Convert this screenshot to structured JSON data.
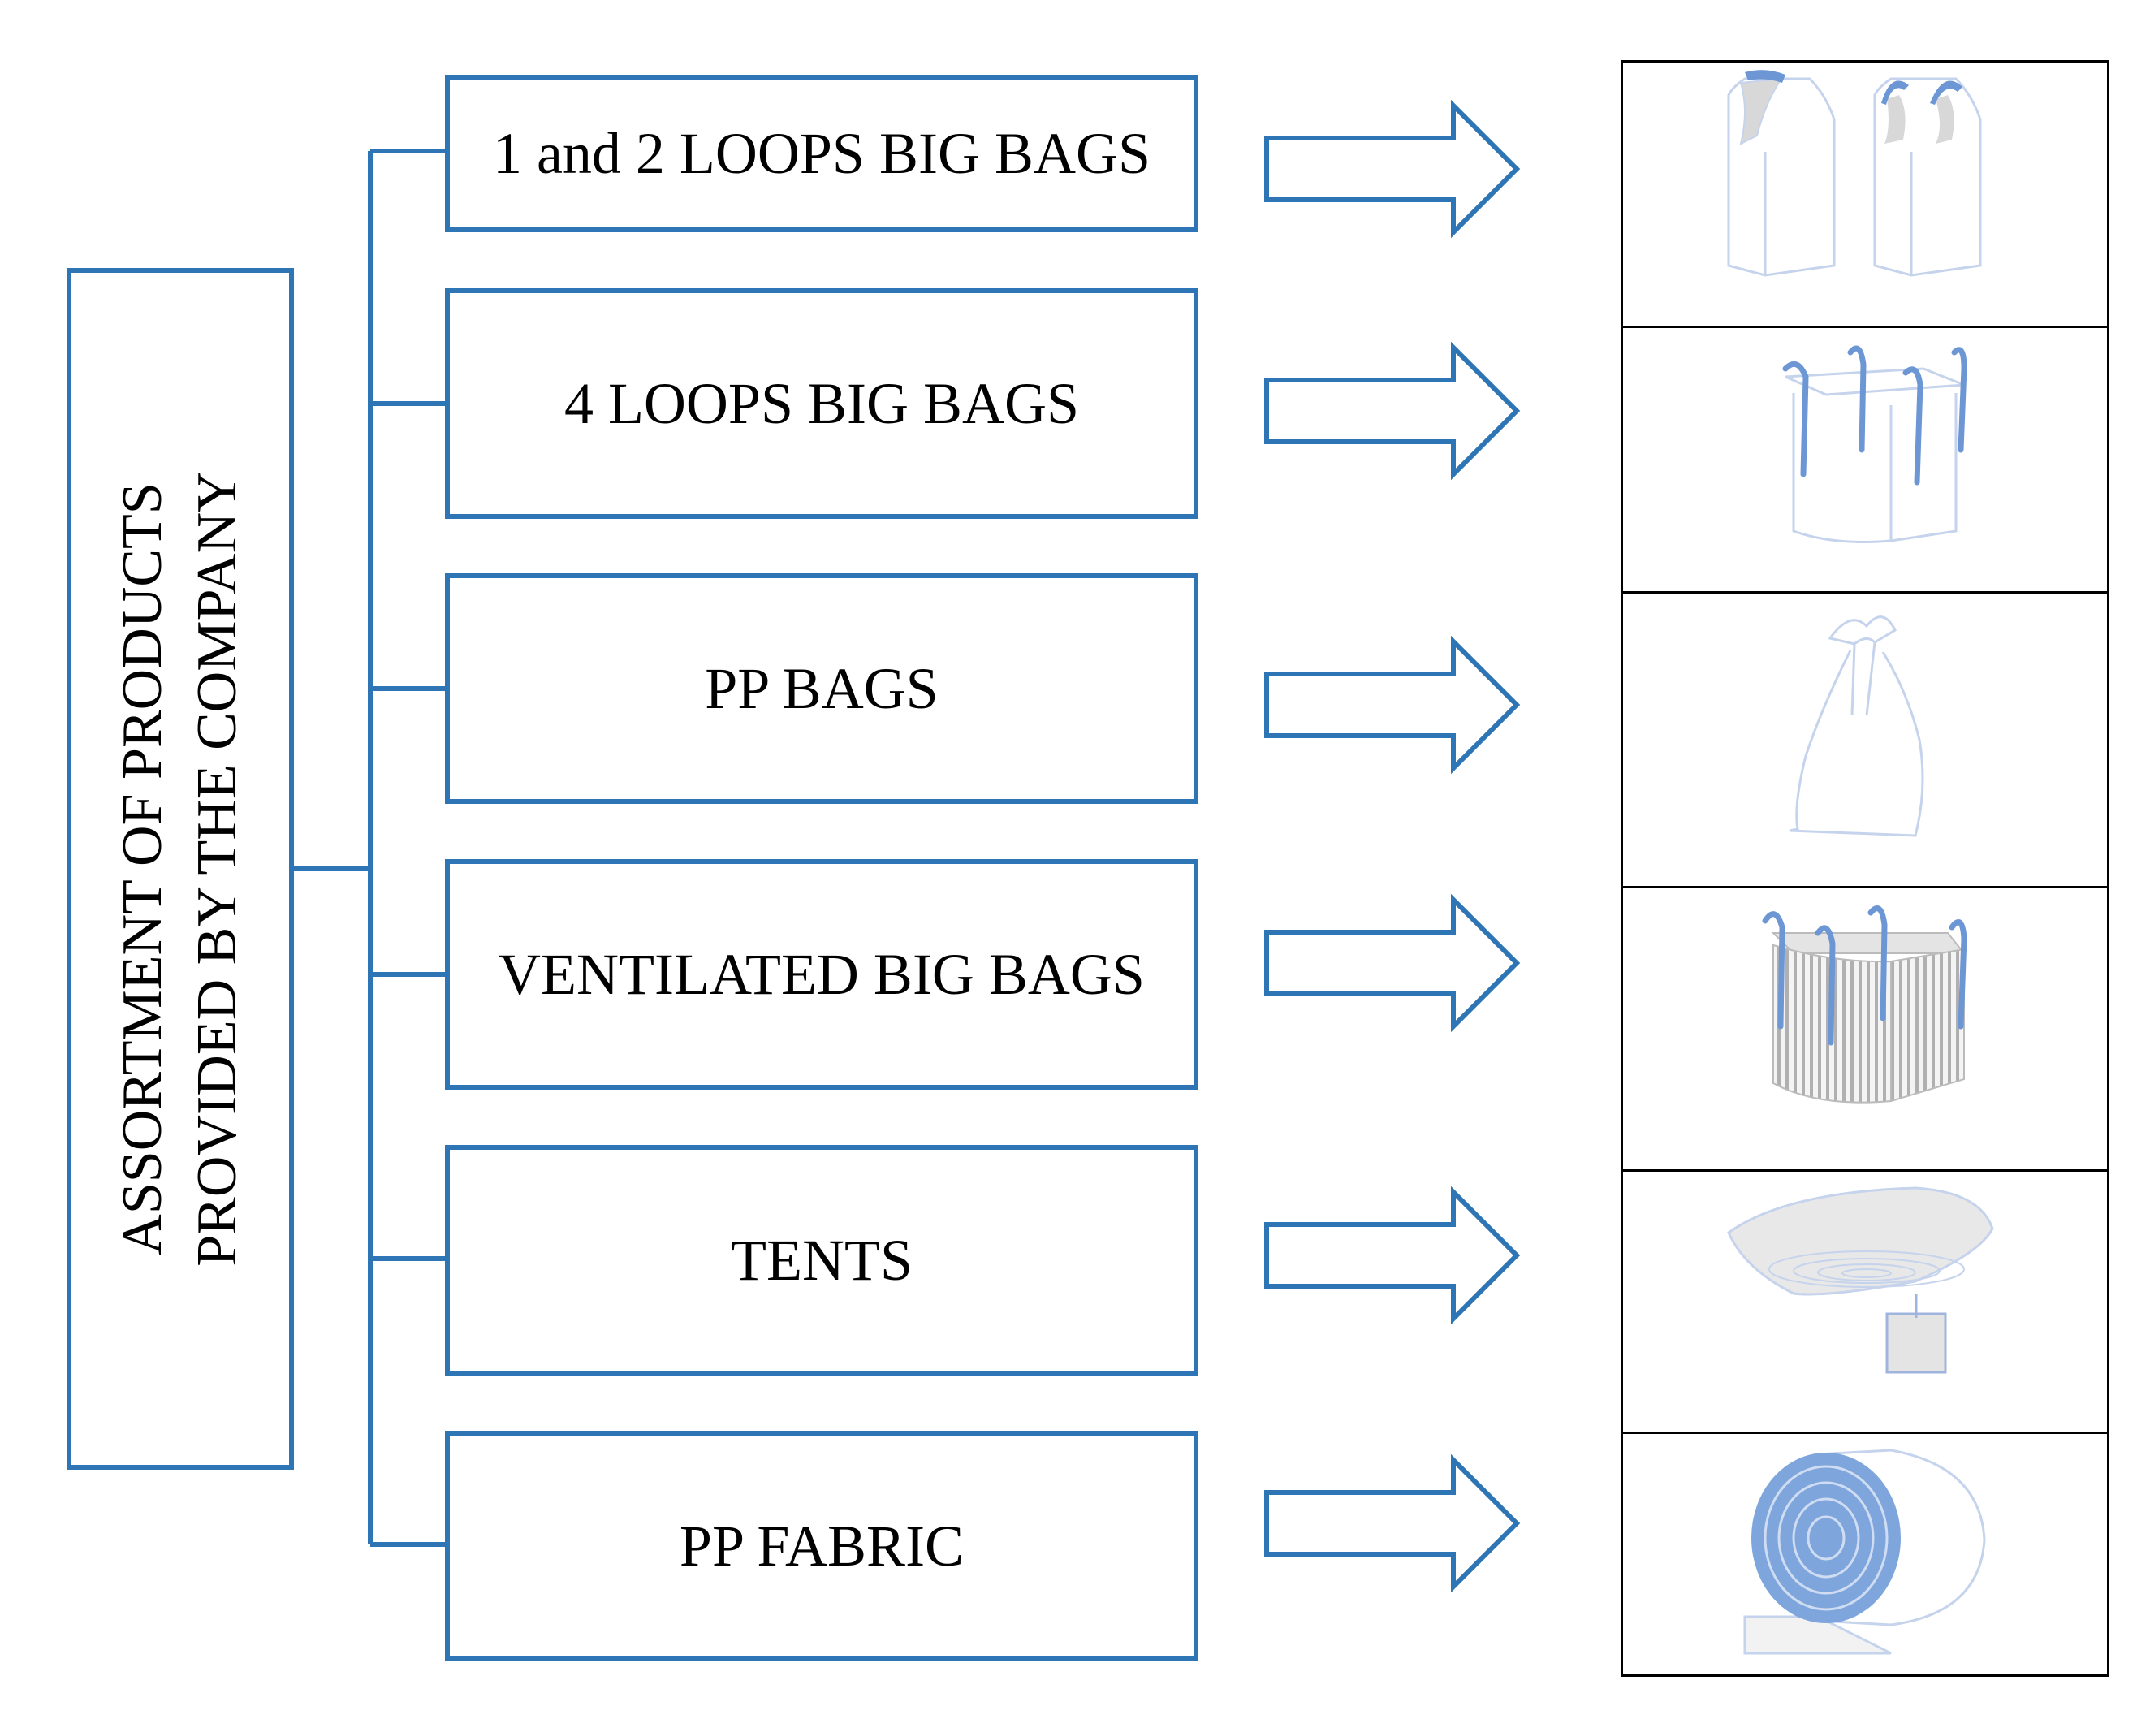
{
  "root": {
    "line1": "ASSORTMENT OF PRODUCTS",
    "line2": "PROVIDED BY THE COMPANY"
  },
  "categories": [
    {
      "label": "1 and 2 LOOPS BIG BAGS",
      "icon": "one-two-loop-big-bags-icon"
    },
    {
      "label": "4 LOOPS BIG BAGS",
      "icon": "four-loop-big-bag-icon"
    },
    {
      "label": "PP BAGS",
      "icon": "pp-bag-icon"
    },
    {
      "label": "VENTILATED BIG BAGS",
      "icon": "ventilated-big-bag-icon"
    },
    {
      "label": "TENTS",
      "icon": "tent-icon"
    },
    {
      "label": "PP FABRIC",
      "icon": "pp-fabric-roll-icon"
    }
  ],
  "colors": {
    "accent": "#2e75b6",
    "illustration_line": "#b8c9e8",
    "illustration_fill": "#7ea6dc"
  }
}
